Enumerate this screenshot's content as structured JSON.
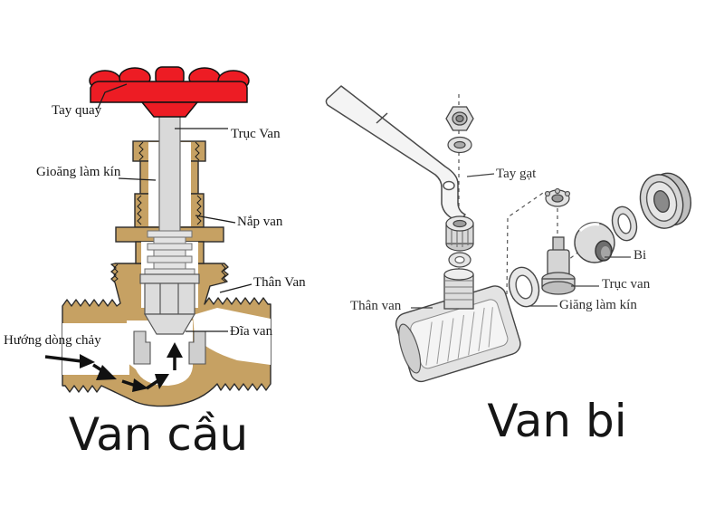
{
  "page": {
    "background": "#ffffff"
  },
  "left_diagram": {
    "title": "Van cầu",
    "labels": {
      "tay_quay": "Tay quay",
      "truc_van": "Trục Van",
      "gioang_lam_kin": "Gioăng làm kín",
      "nap_van": "Nắp van",
      "than_van": "Thân Van",
      "dia_van": "Đĩa van",
      "huong_dong_chay": "Hướng dòng chảy"
    },
    "colors": {
      "handwheel_red": "#ed1c24",
      "body_tan": "#c6a163",
      "metal_grey": "#d9d9d9",
      "line_black": "#1c1c1c"
    }
  },
  "right_diagram": {
    "title": "Van bi",
    "labels": {
      "tay_gat": "Tay gạt",
      "bi": "Bi",
      "truc_van": "Trục van",
      "giang_lam_kin": "Giăng làm kín",
      "than_van": "Thân van"
    },
    "colors": {
      "part_fill": "#e0e0e0",
      "line_grey": "#444444"
    }
  }
}
